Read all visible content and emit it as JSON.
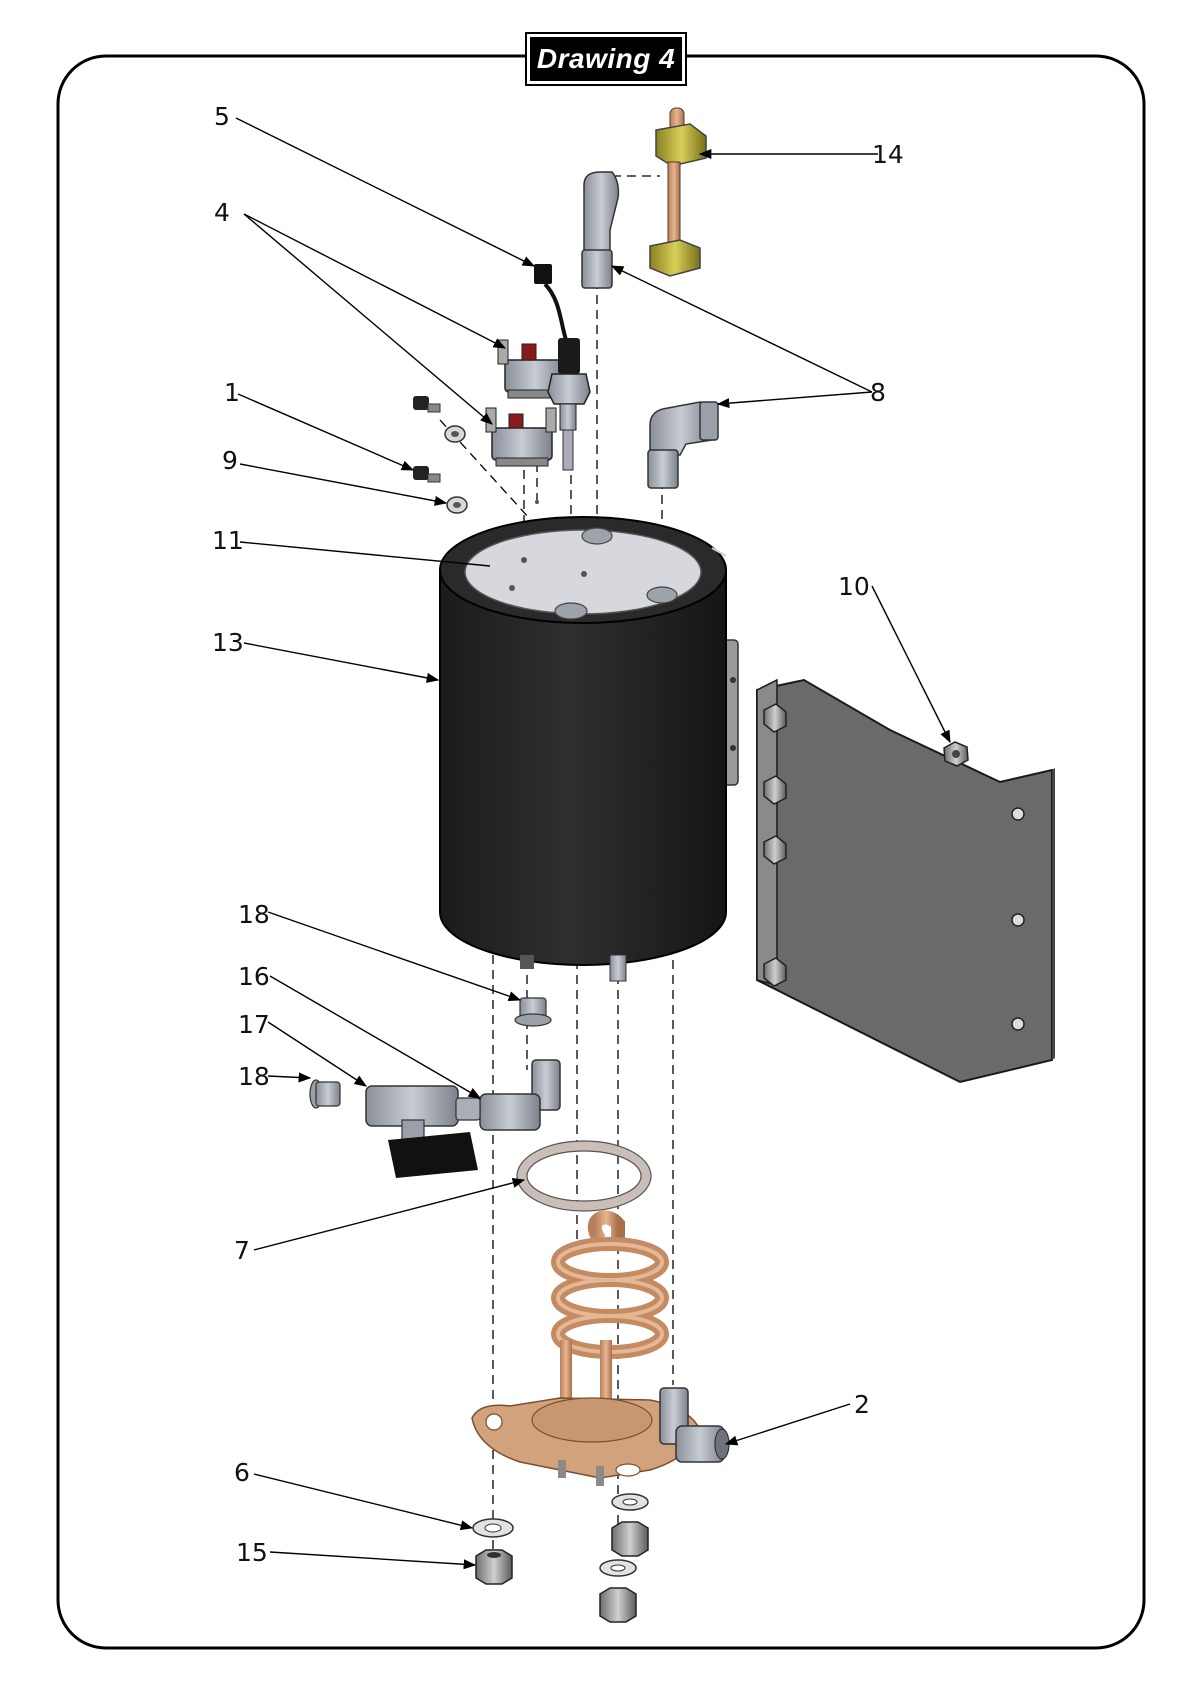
{
  "title": "Drawing 4",
  "callouts": {
    "c5": "5",
    "c4": "4",
    "c14": "14",
    "c8": "8",
    "c1": "1",
    "c9": "9",
    "c11": "11",
    "c13": "13",
    "c10": "10",
    "c18a": "18",
    "c16": "16",
    "c17": "17",
    "c18b": "18",
    "c7": "7",
    "c2": "2",
    "c6": "6",
    "c15": "15"
  }
}
